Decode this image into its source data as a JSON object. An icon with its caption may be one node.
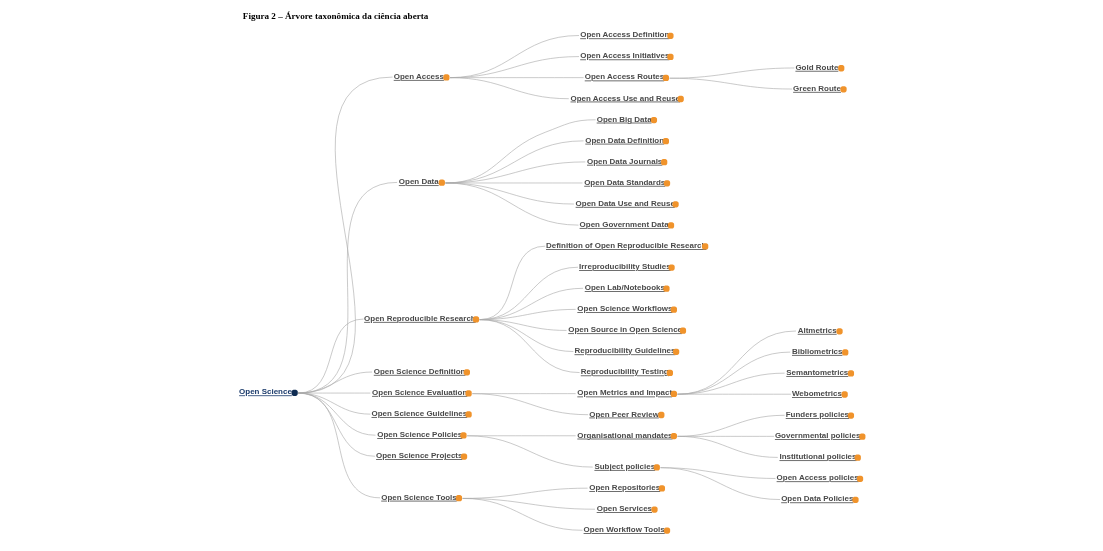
{
  "diagram": {
    "title": "Figura 2 – Árvore taxonômica da ciência aberta",
    "nodes": [
      {
        "text": [
          "Open Science"
        ]
      },
      {
        "text": [
          "Open Access"
        ]
      },
      {
        "text": [
          "Open Access Definition"
        ]
      },
      {
        "text": [
          "Open Access Initiatives"
        ]
      },
      {
        "text": [
          "Open Access Routes"
        ]
      },
      {
        "text": [
          "Gold Route"
        ]
      },
      {
        "text": [
          "Green Route"
        ]
      },
      {
        "text": [
          "Open Access Use and Reuse"
        ]
      },
      {
        "text": [
          "Open Data"
        ]
      },
      {
        "text": [
          "Open Big Data"
        ]
      },
      {
        "text": [
          "Open Data Definition"
        ]
      },
      {
        "text": [
          "Open Data Journals"
        ]
      },
      {
        "text": [
          "Open Data Standards"
        ]
      },
      {
        "text": [
          "Open Data Use and Reuse"
        ]
      },
      {
        "text": [
          "Open Government Data"
        ]
      },
      {
        "text": [
          "Open Reproducible Research"
        ]
      },
      {
        "text": [
          "Definition of Open Reproducible Research"
        ]
      },
      {
        "text": [
          "Irreproducibility Studies"
        ]
      },
      {
        "text": [
          "Open Lab/Notebooks"
        ]
      },
      {
        "text": [
          "Open Science Workflows"
        ]
      },
      {
        "text": [
          "Open Source in Open Science"
        ]
      },
      {
        "text": [
          "Reproducibility Guidelines"
        ]
      },
      {
        "text": [
          "Reproducibility Testing"
        ]
      },
      {
        "text": [
          "Open Science Definition"
        ]
      },
      {
        "text": [
          "Open Science Evaluation"
        ]
      },
      {
        "text": [
          "Open Metrics and Impact"
        ]
      },
      {
        "text": [
          "Altmetrics"
        ]
      },
      {
        "text": [
          "Bibliometrics"
        ]
      },
      {
        "text": [
          "Semantometrics"
        ]
      },
      {
        "text": [
          "Webometrics"
        ]
      },
      {
        "text": [
          "Open Peer Review"
        ]
      },
      {
        "text": [
          "Open Science Guidelines"
        ]
      },
      {
        "text": [
          "Open Science Policies"
        ]
      },
      {
        "text": [
          "Organisational mandates"
        ]
      },
      {
        "text": [
          "Funders policies"
        ]
      },
      {
        "text": [
          "Governmental policies"
        ]
      },
      {
        "text": [
          "Institutional policies"
        ]
      },
      {
        "text": [
          "Subject policies"
        ]
      },
      {
        "text": [
          "Open Access policies"
        ]
      },
      {
        "text": [
          "Open Data Policies"
        ]
      },
      {
        "text": [
          "Open Science Projects"
        ]
      },
      {
        "text": [
          "Open Science Tools"
        ]
      },
      {
        "text": [
          "Open Repositories"
        ]
      },
      {
        "text": [
          "Open Services"
        ]
      },
      {
        "text": [
          "Open Workflow Tools"
        ]
      }
    ],
    "edges": [
      {
        "from": 0,
        "to": 1,
        "arrow": "none"
      },
      {
        "from": 1,
        "to": 2,
        "arrow": "none"
      },
      {
        "from": 1,
        "to": 3,
        "arrow": "none"
      },
      {
        "from": 1,
        "to": 4,
        "arrow": "none"
      },
      {
        "from": 4,
        "to": 5,
        "arrow": "none"
      },
      {
        "from": 4,
        "to": 6,
        "arrow": "none"
      },
      {
        "from": 1,
        "to": 7,
        "arrow": "none"
      },
      {
        "from": 0,
        "to": 8,
        "arrow": "none"
      },
      {
        "from": 8,
        "to": 9,
        "arrow": "none"
      },
      {
        "from": 8,
        "to": 10,
        "arrow": "none"
      },
      {
        "from": 8,
        "to": 11,
        "arrow": "none"
      },
      {
        "from": 8,
        "to": 12,
        "arrow": "none"
      },
      {
        "from": 8,
        "to": 13,
        "arrow": "none"
      },
      {
        "from": 8,
        "to": 14,
        "arrow": "none"
      },
      {
        "from": 0,
        "to": 15,
        "arrow": "none"
      },
      {
        "from": 15,
        "to": 16,
        "arrow": "none"
      },
      {
        "from": 15,
        "to": 17,
        "arrow": "none"
      },
      {
        "from": 15,
        "to": 18,
        "arrow": "none"
      },
      {
        "from": 15,
        "to": 19,
        "arrow": "none"
      },
      {
        "from": 15,
        "to": 20,
        "arrow": "none"
      },
      {
        "from": 15,
        "to": 21,
        "arrow": "none"
      },
      {
        "from": 15,
        "to": 22,
        "arrow": "none"
      },
      {
        "from": 0,
        "to": 23,
        "arrow": "none"
      },
      {
        "from": 0,
        "to": 24,
        "arrow": "none"
      },
      {
        "from": 24,
        "to": 25,
        "arrow": "none"
      },
      {
        "from": 25,
        "to": 26,
        "arrow": "none"
      },
      {
        "from": 25,
        "to": 27,
        "arrow": "none"
      },
      {
        "from": 25,
        "to": 28,
        "arrow": "none"
      },
      {
        "from": 25,
        "to": 29,
        "arrow": "none"
      },
      {
        "from": 24,
        "to": 30,
        "arrow": "none"
      },
      {
        "from": 0,
        "to": 31,
        "arrow": "none"
      },
      {
        "from": 0,
        "to": 32,
        "arrow": "none"
      },
      {
        "from": 32,
        "to": 33,
        "arrow": "none"
      },
      {
        "from": 33,
        "to": 34,
        "arrow": "none"
      },
      {
        "from": 33,
        "to": 35,
        "arrow": "none"
      },
      {
        "from": 33,
        "to": 36,
        "arrow": "none"
      },
      {
        "from": 32,
        "to": 37,
        "arrow": "none"
      },
      {
        "from": 37,
        "to": 38,
        "arrow": "none"
      },
      {
        "from": 37,
        "to": 39,
        "arrow": "none"
      },
      {
        "from": 0,
        "to": 40,
        "arrow": "none"
      },
      {
        "from": 0,
        "to": 41,
        "arrow": "none"
      },
      {
        "from": 41,
        "to": 42,
        "arrow": "none"
      },
      {
        "from": 41,
        "to": 43,
        "arrow": "none"
      },
      {
        "from": 41,
        "to": 44,
        "arrow": "none"
      }
    ]
  }
}
